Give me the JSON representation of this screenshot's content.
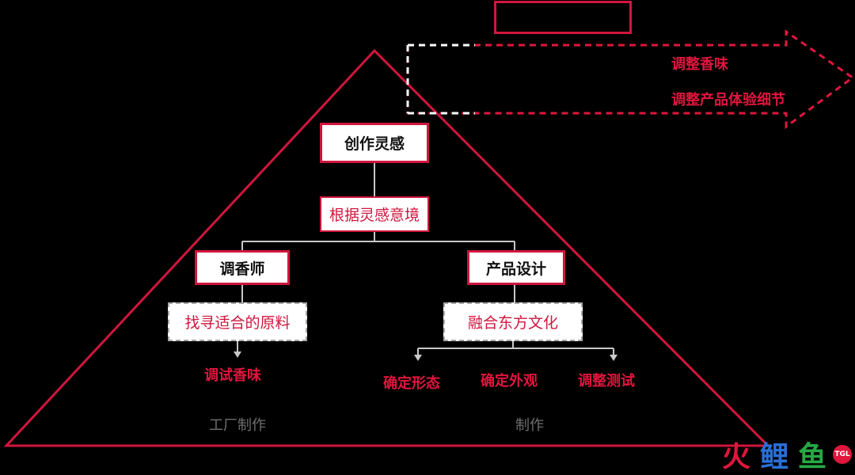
{
  "colors": {
    "accent": "#d0163d",
    "bright_red": "#e0163d",
    "connector": "#c8c8c8",
    "muted_text": "#6f6f6f",
    "logo_blue": "#2a6fd6",
    "logo_green": "#27a845"
  },
  "diagram": {
    "top_box": "创作灵感",
    "inspiration_box": "根据灵感意境",
    "left_branch": {
      "title": "调香师",
      "action": "找寻适合的原料",
      "result": "调试香味",
      "footer": "工厂制作"
    },
    "right_branch": {
      "title": "产品设计",
      "action": "融合东方文化",
      "results": [
        "确定形态",
        "确定外观",
        "调整测试"
      ],
      "footer": "制作"
    },
    "arrow_items": [
      "调整香味",
      "调整产品体验细节"
    ]
  },
  "logo": {
    "chars": [
      "火",
      "鲤",
      "鱼"
    ],
    "badge": "TGL"
  }
}
